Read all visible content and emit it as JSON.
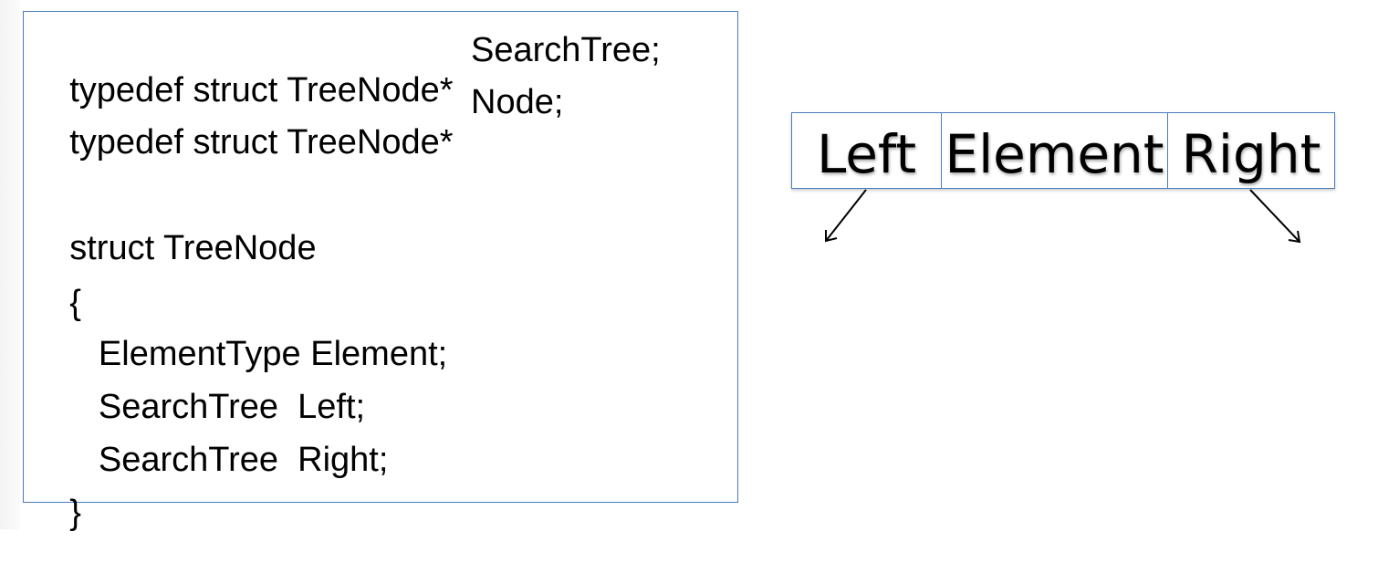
{
  "code": {
    "lines": [
      {
        "a": "typedef struct TreeNode*",
        "b": "SearchTree;"
      },
      {
        "a": "typedef struct TreeNode*",
        "b": "Node;"
      },
      {
        "a": "",
        "b": ""
      },
      {
        "a": "struct TreeNode",
        "b": ""
      },
      {
        "a": "{",
        "b": ""
      },
      {
        "a": "   ElementType Element;",
        "b": ""
      },
      {
        "a": "   SearchTree  Left;",
        "b": ""
      },
      {
        "a": "   SearchTree  Right;",
        "b": ""
      },
      {
        "a": "}",
        "b": ""
      }
    ]
  },
  "node": {
    "fields": [
      "Left",
      "Element",
      "Right"
    ]
  },
  "colors": {
    "border": "#4a7cc0",
    "text": "#000000"
  }
}
